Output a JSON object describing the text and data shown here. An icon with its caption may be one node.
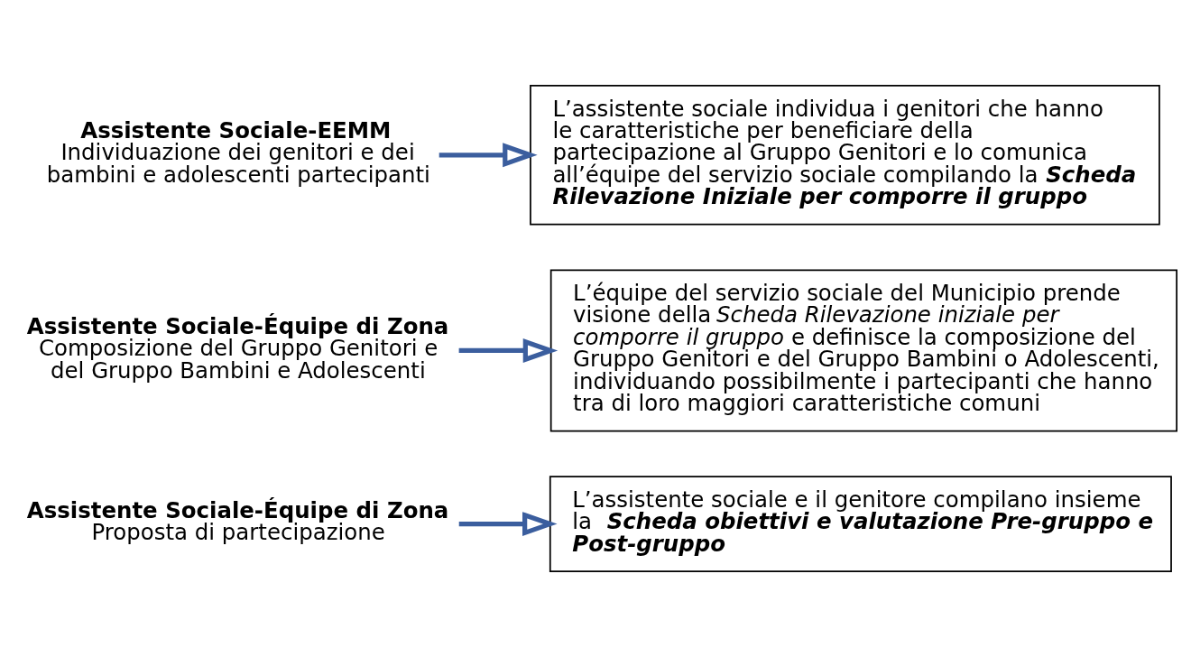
{
  "diagram": {
    "nodes": [
      {
        "text": [
          "Assistente Sociale-EEMM",
          "Individuazione dei genitori e dei bambini e adolescenti partecipanti"
        ]
      },
      {
        "text": [
          "L’assistente sociale individua i genitori che hanno le caratteristiche per beneficiare della partecipazione al Gruppo Genitori e lo comunica all’équipe del servizio sociale compilando la *Scheda Rilevazione Iniziale per comporre il gruppo*"
        ]
      },
      {
        "text": [
          "Assistente Sociale-Équipe di Zona",
          "Composizione del Gruppo Genitori e del Gruppo Bambini e Adolescenti"
        ]
      },
      {
        "text": [
          "L’équipe del servizio sociale del Municipio prende visione della *Scheda Rilevazione iniziale per comporre il gruppo* e definisce la composizione del Gruppo Genitori e del Gruppo Bambini o Adolescenti, individuando possibilmente i partecipanti che hanno tra di loro maggiori caratteristiche comuni"
        ]
      },
      {
        "text": [
          "Assistente Sociale-Équipe di Zona",
          "Proposta di partecipazione"
        ]
      },
      {
        "text": [
          "L’assistente sociale e il genitore compilano insieme la *Scheda obiettivi e valutazione Pre-gruppo e Post-gruppo*"
        ]
      }
    ],
    "edges": [
      {
        "from": 0,
        "to": 1,
        "arrow": "to"
      },
      {
        "from": 2,
        "to": 3,
        "arrow": "to"
      },
      {
        "from": 4,
        "to": 5,
        "arrow": "to"
      }
    ]
  }
}
